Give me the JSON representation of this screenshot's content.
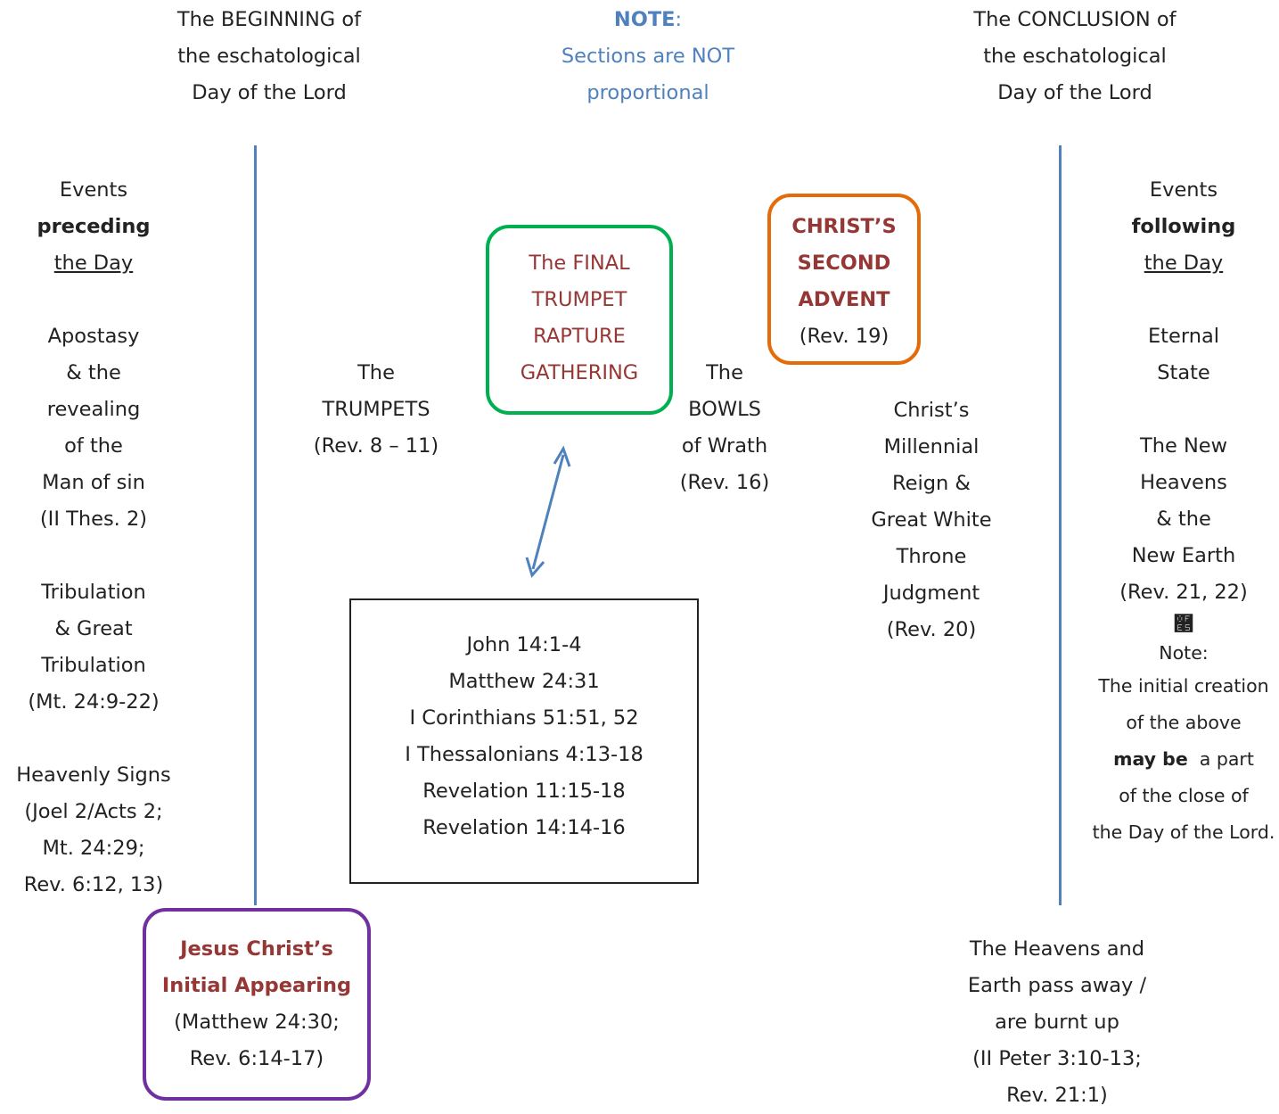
{
  "colors": {
    "text": "#222222",
    "accent_red": "#953735",
    "note_blue": "#4f81bd",
    "line_blue": "#4f81bd",
    "green_box": "#00b050",
    "orange_box": "#e36c09",
    "purple_box": "#7030a0"
  },
  "header": {
    "beginning": [
      "The  BEGINNING  of",
      "the eschatological",
      "Day of the Lord"
    ],
    "note_label": "NOTE",
    "note_colon": ":",
    "note_text": [
      "Sections are NOT",
      "proportional"
    ],
    "conclusion": [
      "The  CONCLUSION  of",
      "the eschatological",
      "Day of the Lord"
    ]
  },
  "left_column": {
    "events": "Events",
    "preceding": "preceding",
    "the_day": "the Day",
    "apostasy": [
      "Apostasy",
      "& the",
      "revealing",
      "of the",
      "Man of sin",
      "(II Thes. 2)"
    ],
    "tribulation": [
      "Tribulation",
      "& Great",
      "Tribulation",
      "(Mt. 24:9-22)"
    ],
    "signs": [
      "Heavenly Signs",
      "(Joel 2/Acts 2;",
      "Mt. 24:29;",
      "Rev. 6:12, 13)"
    ]
  },
  "trumpets": [
    "The",
    "TRUMPETS",
    "(Rev. 8 – 11)"
  ],
  "final_trumpet": [
    "The FINAL",
    "TRUMPET",
    "RAPTURE",
    "GATHERING"
  ],
  "bowls": [
    "The",
    "BOWLS",
    "of Wrath",
    "(Rev. 16)"
  ],
  "second_advent": {
    "title": [
      "CHRIST’S",
      "SECOND",
      "ADVENT"
    ],
    "ref": "(Rev. 19)"
  },
  "millennial": [
    "Christ’s",
    "Millennial",
    "Reign &",
    "Great White",
    "Throne",
    "Judgment",
    "(Rev. 20)"
  ],
  "right_column": {
    "events": "Events",
    "following": "following",
    "the_day": "the Day",
    "eternal": [
      "Eternal",
      "State"
    ],
    "new_heavens": [
      "The New",
      "Heavens",
      "& the",
      "New Earth",
      "(Rev. 21, 22)"
    ],
    "down_arrow": "࿥",
    "note_label": "Note:",
    "note_line1": "The initial creation",
    "note_line2": "of the above",
    "note_maybe": "may be",
    "note_part": "  a part",
    "note_line4": "of the close of",
    "note_line5": "the Day of the Lord."
  },
  "references": [
    "John 14:1-4",
    "Matthew 24:31",
    "I Corinthians 51:51, 52",
    "I Thessalonians 4:13-18",
    "Revelation 11:15-18",
    "Revelation 14:14-16"
  ],
  "initial_appearing": {
    "title": [
      "Jesus Christ’s",
      "Initial Appearing"
    ],
    "refs": [
      "(Matthew 24:30;",
      "Rev. 6:14-17)"
    ]
  },
  "heavens_pass": [
    "The Heavens and",
    "Earth pass away /",
    "are burnt up",
    "(II Peter 3:10-13;",
    "Rev. 21:1)"
  ]
}
